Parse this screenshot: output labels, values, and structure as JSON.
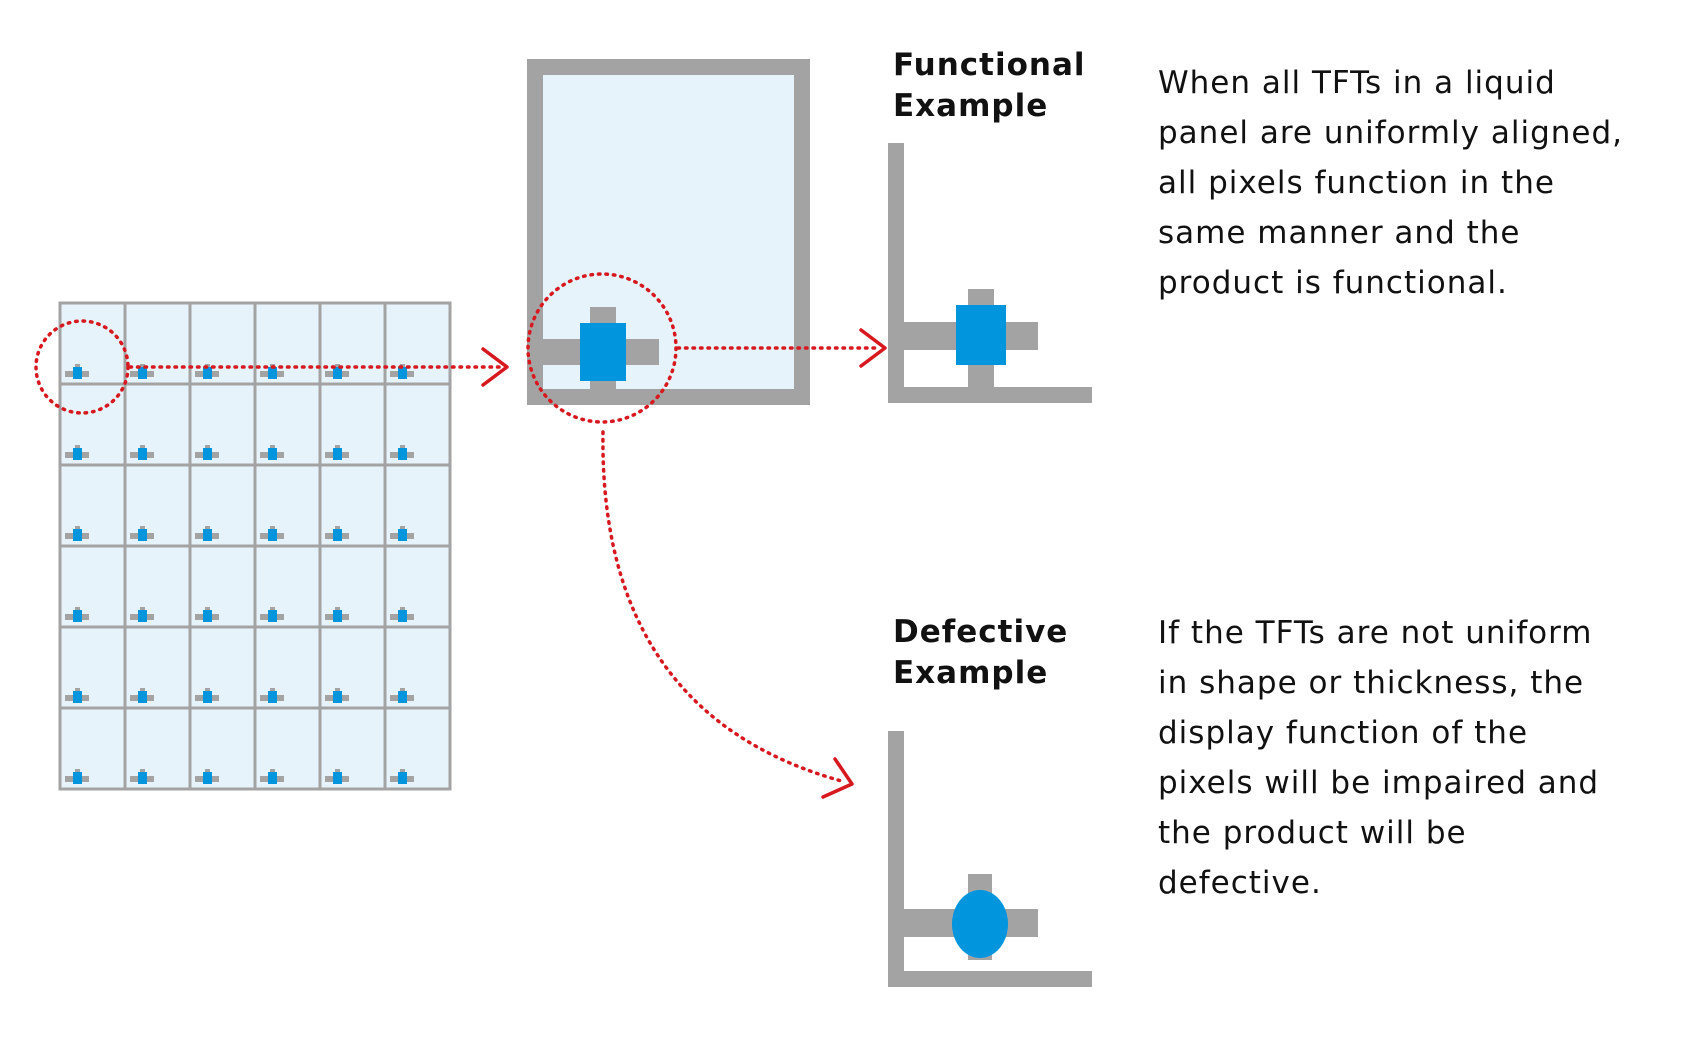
{
  "colors": {
    "background": "#ffffff",
    "pixel_fill": "#e7f3fb",
    "frame_gray": "#a3a3a3",
    "tft_blue": "#0095dd",
    "arrow_red": "#d7191f",
    "text": "#111111"
  },
  "panel_grid": {
    "rows": 6,
    "cols": 6
  },
  "functional": {
    "title_lines": [
      "Functional",
      "Example"
    ],
    "description_lines": [
      "When all TFTs in a liquid",
      "panel are uniformly aligned,",
      "all pixels function in the",
      "same manner and the",
      "product is functional."
    ]
  },
  "defective": {
    "title_lines": [
      "Defective",
      "Example"
    ],
    "description_lines": [
      "If the TFTs are not uniform",
      "in shape or thickness, the",
      "display function of the",
      "pixels will be impaired and",
      "the product will be",
      "defective."
    ]
  }
}
